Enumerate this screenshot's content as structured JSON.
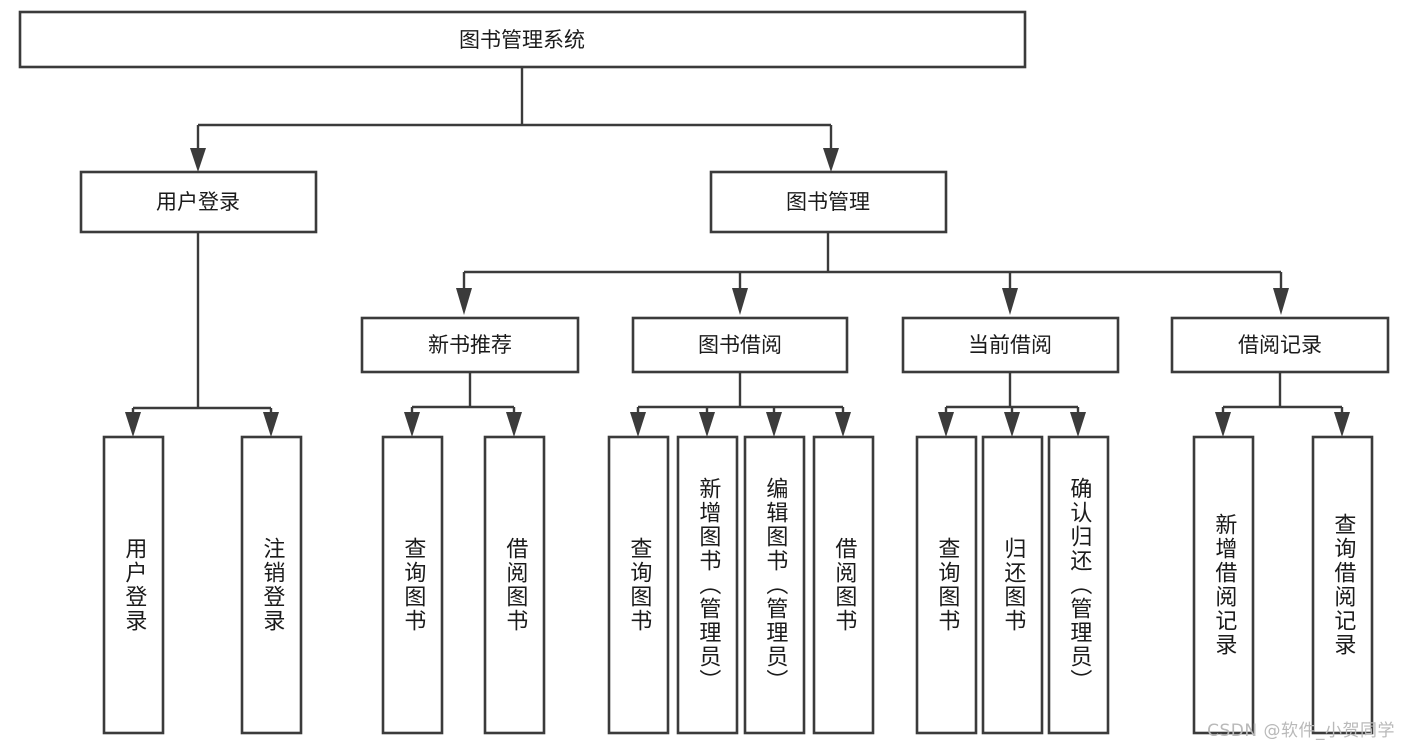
{
  "diagram": {
    "type": "tree",
    "title": "图书管理系统",
    "watermark": "CSDN @软件_小贺同学",
    "colors": {
      "box_stroke": "#3b3b3b",
      "box_fill": "#ffffff",
      "text": "#1b1b1b",
      "connector": "#3b3b3b",
      "background": "#ffffff",
      "watermark": "#b9b9b9"
    },
    "root": {
      "label": "图书管理系统"
    },
    "level1": [
      {
        "label": "用户登录"
      },
      {
        "label": "图书管理"
      }
    ],
    "level2": [
      {
        "label": "新书推荐"
      },
      {
        "label": "图书借阅"
      },
      {
        "label": "当前借阅"
      },
      {
        "label": "借阅记录"
      }
    ],
    "leaves": {
      "user_login": [
        {
          "label": "用户登录"
        },
        {
          "label": "注销登录"
        }
      ],
      "new_book_recommend": [
        {
          "label": "查询图书"
        },
        {
          "label": "借阅图书"
        }
      ],
      "book_borrow": [
        {
          "label": "查询图书"
        },
        {
          "label": "新增图书（管理员）"
        },
        {
          "label": "编辑图书（管理员）"
        },
        {
          "label": "借阅图书"
        }
      ],
      "current_borrow": [
        {
          "label": "查询图书"
        },
        {
          "label": "归还图书"
        },
        {
          "label": "确认归还（管理员）"
        }
      ],
      "borrow_record": [
        {
          "label": "新增借阅记录"
        },
        {
          "label": "查询借阅记录"
        }
      ]
    }
  }
}
